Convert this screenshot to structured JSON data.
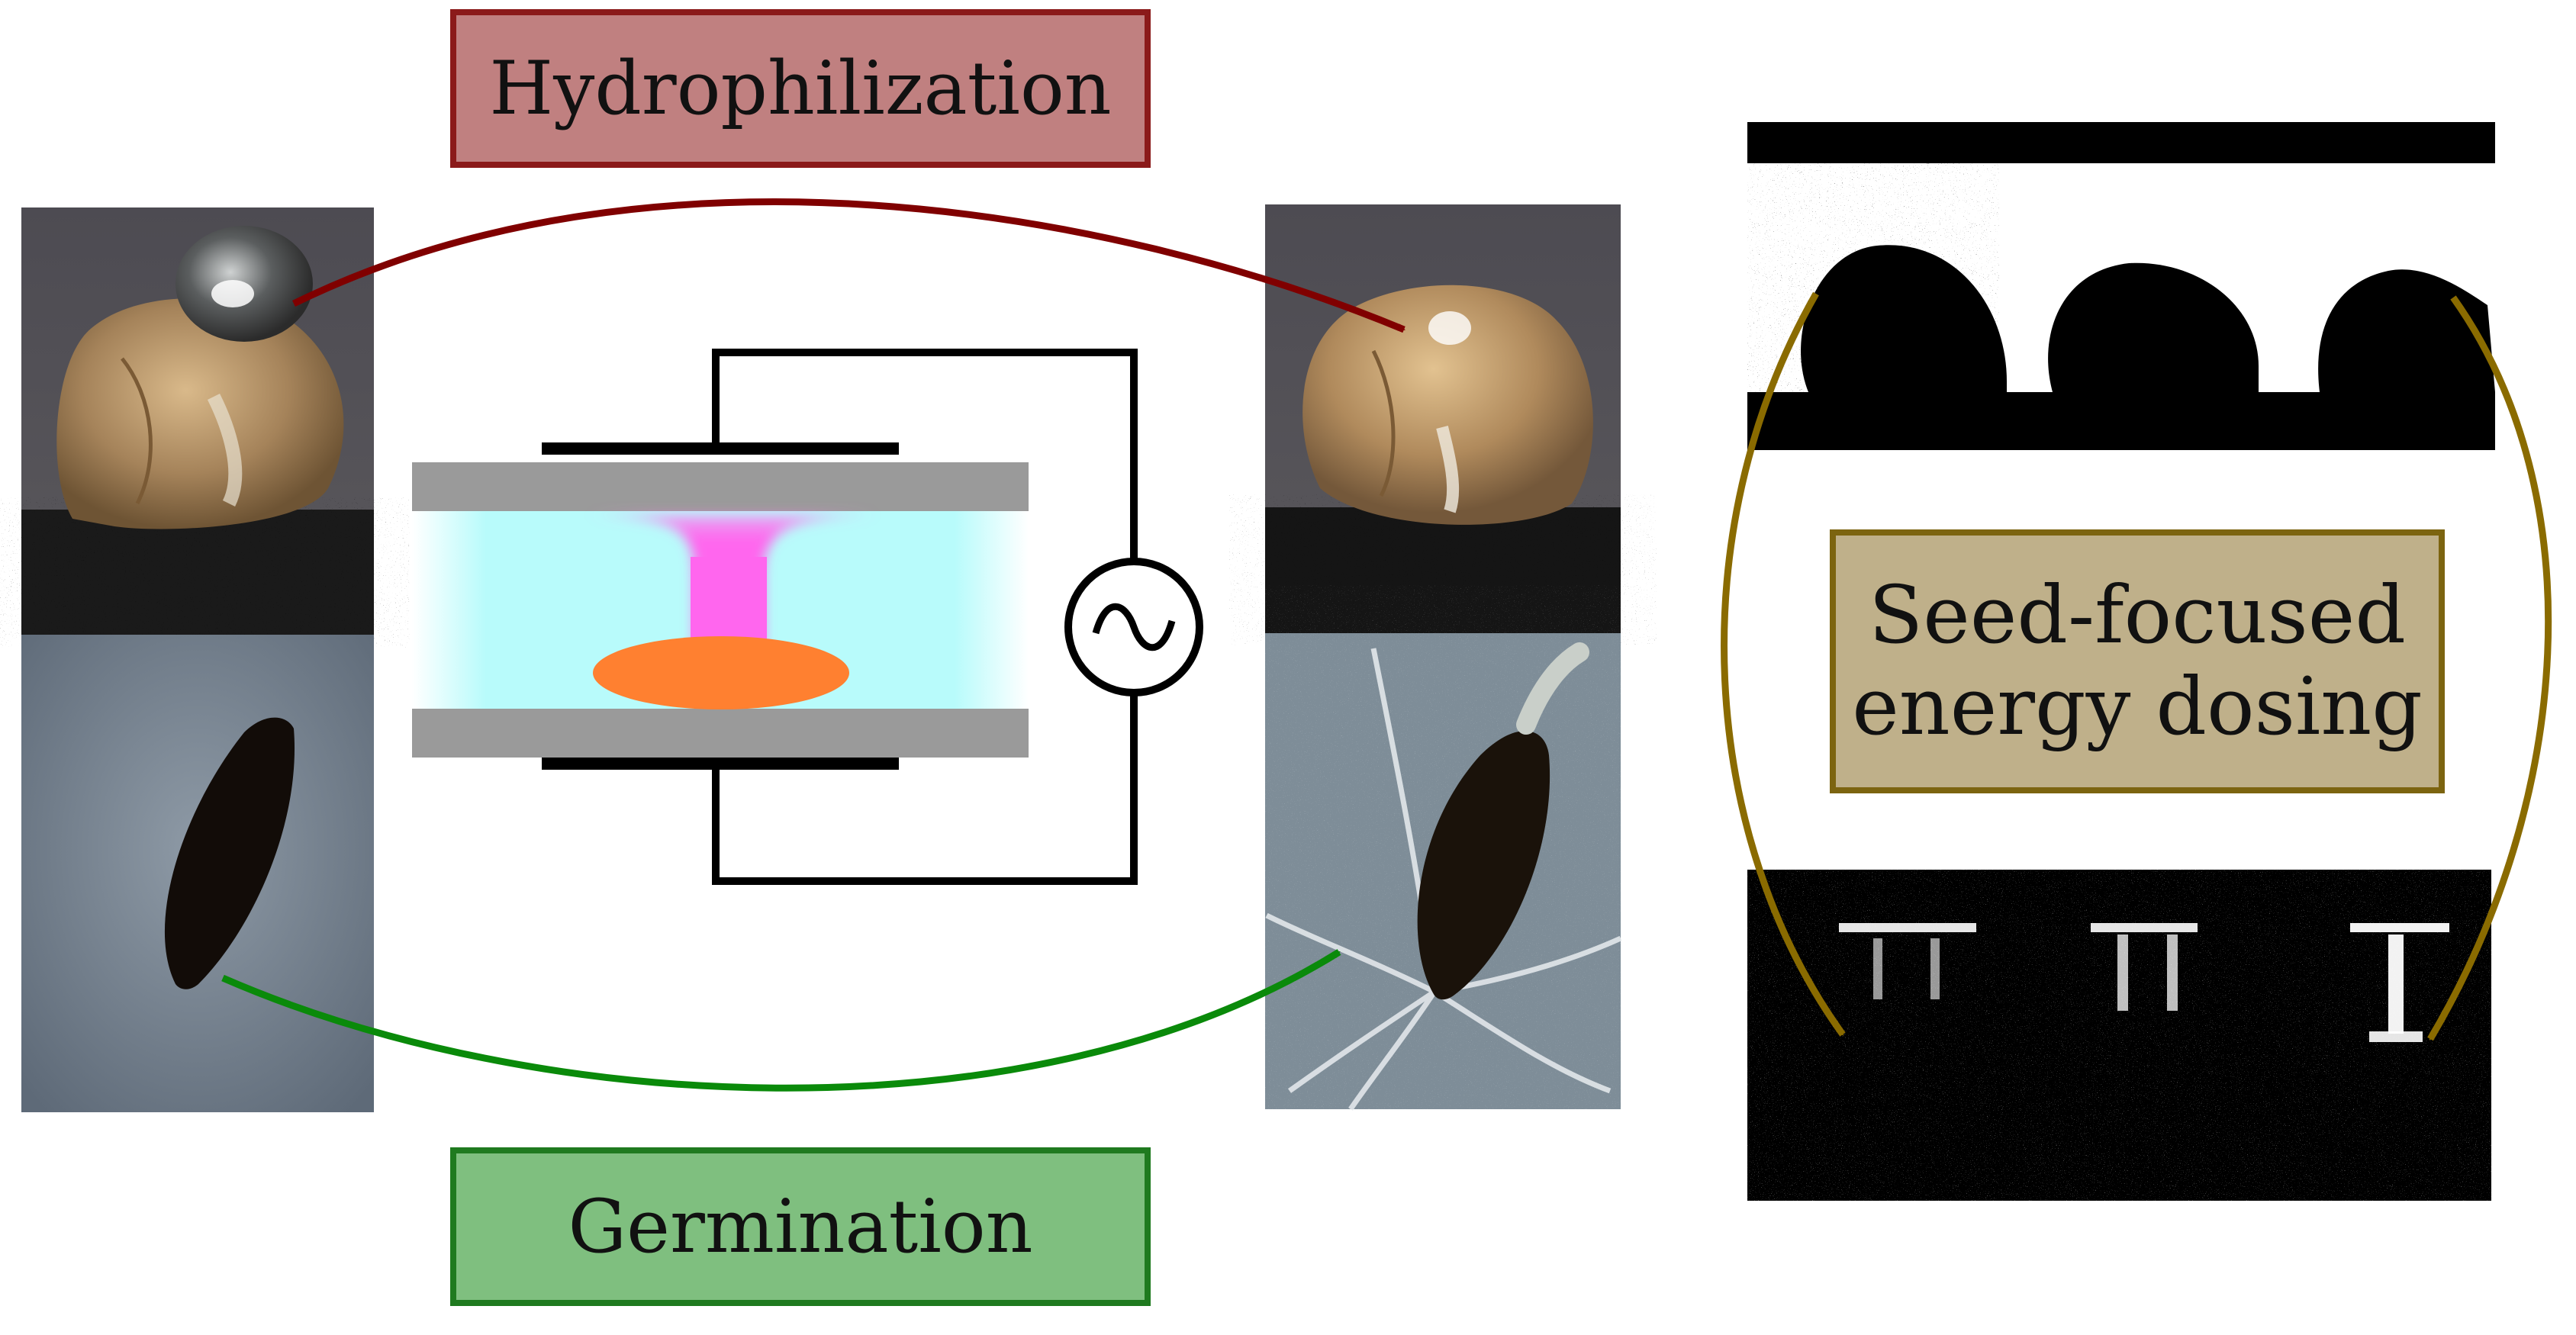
{
  "labels": {
    "hydrophilization": "Hydrophilization",
    "germination": "Germination",
    "energy_dosing": "Seed-focused\nenergy dosing"
  },
  "colors": {
    "hydrophilization_fill": "#c08080",
    "hydrophilization_arrow": "#800000",
    "germination_fill": "#7fbf7f",
    "germination_arrow": "#0a8a0a",
    "energy_fill": "#bfb08a",
    "energy_arrow": "#8a6b00",
    "plasma": "#ff66ee",
    "seed": "#ff8030",
    "gas_gap": "#b8fbfb",
    "electrode": "#9a9a9a"
  },
  "icons": [
    "ac-voltage-source-icon"
  ]
}
